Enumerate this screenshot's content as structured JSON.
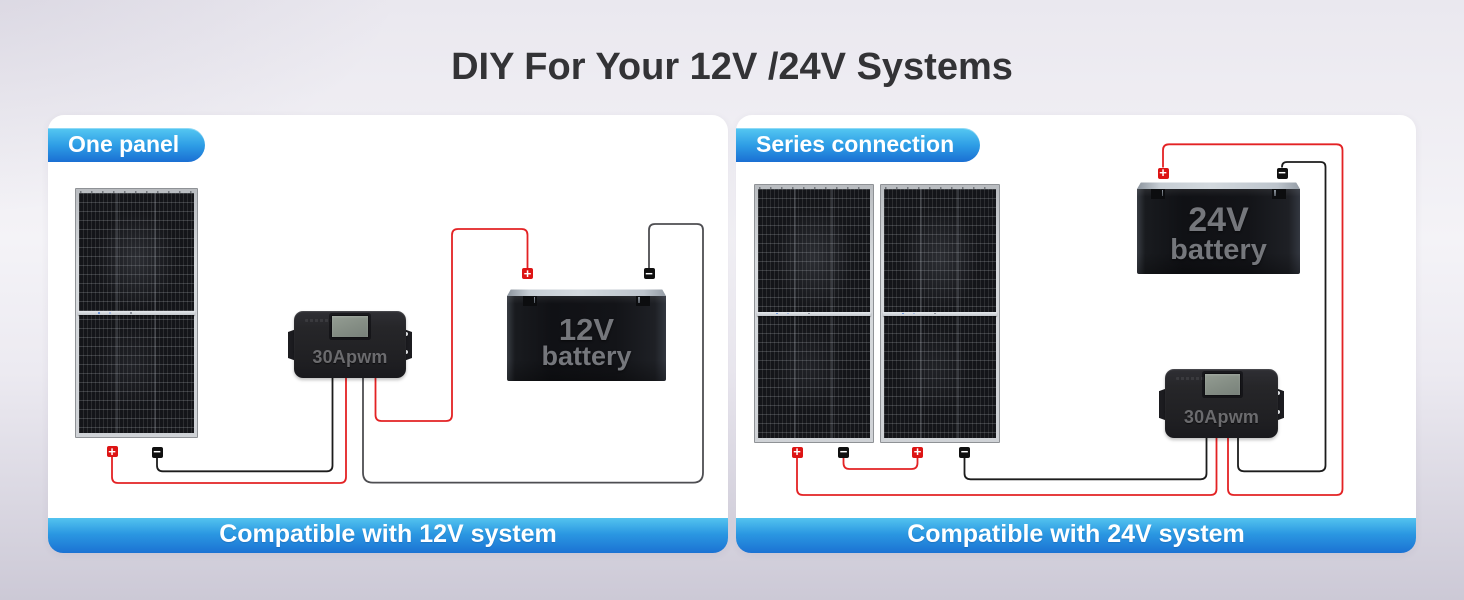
{
  "title": "DIY For Your 12V /24V Systems",
  "colors": {
    "accent_blue_top": "#53c3ef",
    "accent_blue_bottom": "#1b72d3",
    "wire_red": "#e32224",
    "wire_black": "#1c1c1c",
    "card_background": "#ffffff",
    "title_color": "#333336"
  },
  "cards": [
    {
      "badge": "One panel",
      "caption": "Compatible with 12V system",
      "controller": {
        "label": "30Apwm"
      },
      "battery": {
        "voltage": "12V",
        "word": "battery"
      },
      "glyphs": {
        "plus": "+",
        "minus": "−"
      }
    },
    {
      "badge": "Series connection",
      "caption": "Compatible with 24V system",
      "controller": {
        "label": "30Apwm"
      },
      "battery": {
        "voltage": "24V",
        "word": "battery"
      },
      "glyphs": {
        "plus": "+",
        "minus": "−"
      }
    }
  ]
}
